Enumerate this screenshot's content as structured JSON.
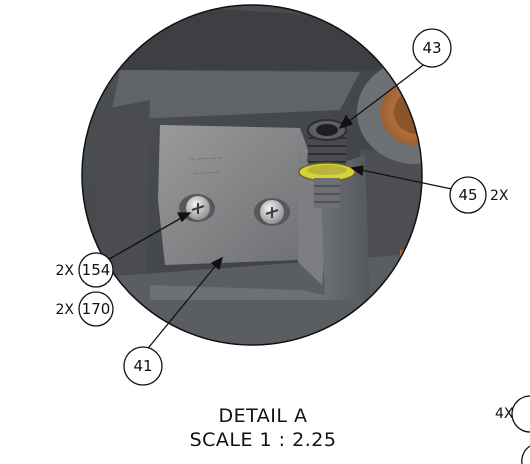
{
  "detail": {
    "title": "DETAIL A",
    "scale": "SCALE 1 : 2.25"
  },
  "balloons": {
    "b43": {
      "number": "43"
    },
    "b45": {
      "number": "45",
      "quantity": "2X"
    },
    "b154": {
      "number": "154",
      "quantity": "2X"
    },
    "b170": {
      "number": "170",
      "quantity": "2X"
    },
    "b41": {
      "number": "41"
    }
  },
  "partial": {
    "quantity": "4X"
  },
  "colors": {
    "housing": "#6b6e72",
    "bracket": "#8e8f91",
    "fitting_ring": "#d8d23a",
    "copper": "#b06d3a",
    "outline": "#111111"
  }
}
